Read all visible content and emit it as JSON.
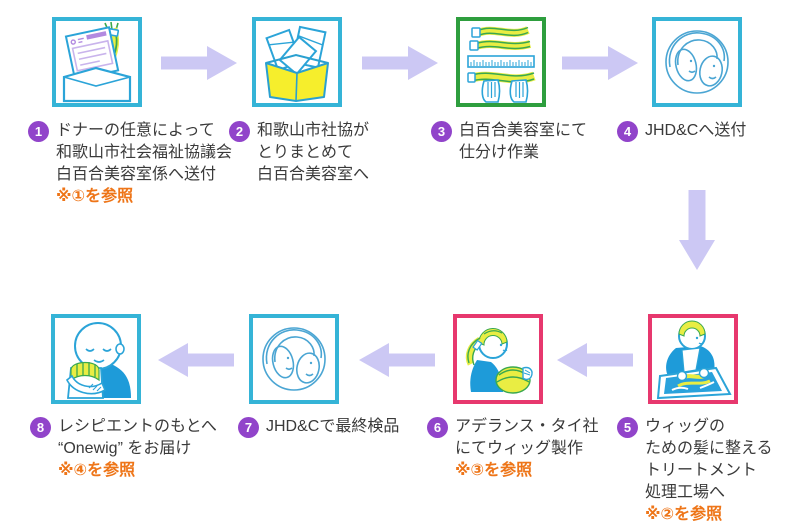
{
  "colors": {
    "background": "#ffffff",
    "arrow": "#ccc8f4",
    "step_number_bg": "#9144ca",
    "step_number_text": "#ffffff",
    "body_text": "#3a3a3a",
    "note_orange": "#ee7518",
    "border_cyan": "#35b4d7",
    "border_green": "#2e9e3e",
    "border_pink": "#e7386e"
  },
  "flow": {
    "steps": [
      {
        "number": "1",
        "lines": [
          "ドナーの任意によって",
          "和歌山市社会福祉協議会",
          "白百合美容室係へ送付"
        ],
        "note": "※①を参照",
        "border_color": "#35b4d7",
        "illustration": "donation-envelope-with-form-and-hair"
      },
      {
        "number": "2",
        "lines": [
          "和歌山市社協が",
          "とりまとめて",
          "白百合美容室へ"
        ],
        "border_color": "#35b4d7",
        "illustration": "collection-box-of-envelopes"
      },
      {
        "number": "3",
        "lines": [
          "白百合美容室にて",
          "仕分け作業"
        ],
        "border_color": "#2e9e3e",
        "illustration": "hair-sorting-and-measuring"
      },
      {
        "number": "4",
        "lines": [
          "JHD&Cへ送付"
        ],
        "border_color": "#35b4d7",
        "illustration": "jhdc-logo"
      },
      {
        "number": "5",
        "lines": [
          "ウィッグの",
          "ための髪に整える",
          "トリートメント",
          "処理工場へ"
        ],
        "note": "※②を参照",
        "border_color": "#e7386e",
        "illustration": "hair-treatment-factory"
      },
      {
        "number": "6",
        "lines": [
          "アデランス・タイ社",
          "にてウィッグ製作"
        ],
        "note": "※③を参照",
        "border_color": "#e7386e",
        "illustration": "wig-production"
      },
      {
        "number": "7",
        "lines": [
          "JHD&Cで最終検品"
        ],
        "border_color": "#35b4d7",
        "illustration": "jhdc-logo"
      },
      {
        "number": "8",
        "lines": [
          "レシピエントのもとへ",
          "“Onewig” をお届け"
        ],
        "note": "※④を参照",
        "border_color": "#35b4d7",
        "illustration": "recipient-hugging-wig"
      }
    ]
  }
}
